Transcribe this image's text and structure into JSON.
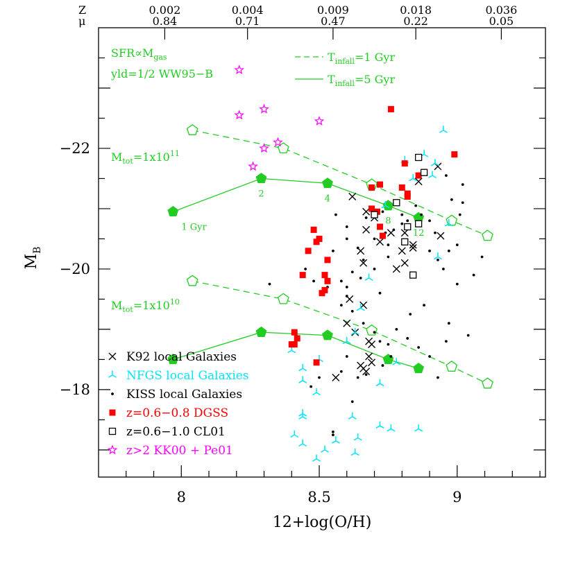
{
  "chart_data": {
    "type": "scatter",
    "xlabel_main": "12+log(O/H)",
    "ylabel_main": "M",
    "ylabel_sub": "B",
    "xlim": [
      7.7,
      9.32
    ],
    "ylim": [
      -16.55,
      -24.0
    ],
    "x_ticks": [
      {
        "value": 8,
        "label": "8"
      },
      {
        "value": 8.5,
        "label": "8.5"
      },
      {
        "value": 9,
        "label": "9"
      }
    ],
    "y_ticks": [
      {
        "value": -22,
        "label": "−22"
      },
      {
        "value": -20,
        "label": "−20"
      },
      {
        "value": -18,
        "label": "−18"
      }
    ],
    "top_axis": {
      "z_label": "Z",
      "mu_label": "μ",
      "columns": [
        {
          "x": 7.94,
          "z": "0.002",
          "mu": "0.84"
        },
        {
          "x": 8.24,
          "z": "0.004",
          "mu": "0.71"
        },
        {
          "x": 8.55,
          "z": "0.009",
          "mu": "0.47"
        },
        {
          "x": 8.85,
          "z": "0.018",
          "mu": "0.22"
        },
        {
          "x": 9.16,
          "z": "0.036",
          "mu": "0.05"
        }
      ]
    },
    "annotations": {
      "sfr_main": "SFR∝M",
      "sfr_sub": "gas",
      "yld": "yld=1/2 WW95−B",
      "mtot11_main": "M",
      "mtot11_sub": "tot",
      "mtot11_rest": "=1x10",
      "mtot11_exp": "11",
      "mtot10_main": "M",
      "mtot10_sub": "tot",
      "mtot10_rest": "=1x10",
      "mtot10_exp": "10",
      "tinfall1_main": "T",
      "tinfall1_sub": "infall",
      "tinfall1_rest": "=1 Gyr",
      "tinfall5_main": "T",
      "tinfall5_sub": "infall",
      "tinfall5_rest": "=5 Gyr"
    },
    "models": [
      {
        "group": "M_tot=1x10^11",
        "style": "dashed",
        "points": [
          [
            8.04,
            -22.3
          ],
          [
            8.37,
            -22.0
          ],
          [
            8.69,
            -21.4
          ],
          [
            8.98,
            -20.8
          ],
          [
            9.11,
            -20.55
          ]
        ]
      },
      {
        "group": "M_tot=1x10^11",
        "style": "solid",
        "points": [
          [
            7.97,
            -20.95
          ],
          [
            8.29,
            -21.5
          ],
          [
            8.53,
            -21.42
          ],
          [
            8.75,
            -21.05
          ],
          [
            8.86,
            -20.85
          ]
        ],
        "labels": [
          "1 Gyr",
          "2",
          "4",
          "8",
          "12"
        ]
      },
      {
        "group": "M_tot=1x10^10",
        "style": "dashed",
        "points": [
          [
            8.04,
            -19.8
          ],
          [
            8.37,
            -19.5
          ],
          [
            8.69,
            -18.98
          ],
          [
            8.98,
            -18.38
          ],
          [
            9.11,
            -18.1
          ]
        ]
      },
      {
        "group": "M_tot=1x10^10",
        "style": "solid",
        "points": [
          [
            7.97,
            -18.5
          ],
          [
            8.29,
            -18.95
          ],
          [
            8.53,
            -18.9
          ],
          [
            8.75,
            -18.5
          ],
          [
            8.86,
            -18.35
          ]
        ]
      }
    ],
    "series": [
      {
        "name": "K92 local Galaxies",
        "marker": "cross",
        "color": "#000000",
        "points": [
          [
            8.62,
            -21.2
          ],
          [
            8.67,
            -20.95
          ],
          [
            8.7,
            -20.85
          ],
          [
            8.67,
            -20.65
          ],
          [
            8.76,
            -20.6
          ],
          [
            8.81,
            -20.6
          ],
          [
            8.72,
            -20.45
          ],
          [
            8.8,
            -20.3
          ],
          [
            8.81,
            -20.1
          ],
          [
            8.78,
            -20.0
          ],
          [
            8.84,
            -20.4
          ],
          [
            8.84,
            -20.35
          ],
          [
            8.65,
            -20.3
          ],
          [
            8.66,
            -20.1
          ],
          [
            8.61,
            -19.5
          ],
          [
            8.66,
            -19.4
          ],
          [
            8.6,
            -19.1
          ],
          [
            8.63,
            -18.95
          ],
          [
            8.68,
            -18.8
          ],
          [
            8.65,
            -18.4
          ],
          [
            8.66,
            -18.35
          ],
          [
            8.67,
            -18.3
          ],
          [
            8.69,
            -18.75
          ],
          [
            8.69,
            -18.45
          ],
          [
            8.68,
            -18.55
          ],
          [
            8.56,
            -18.2
          ],
          [
            8.93,
            -21.7
          ],
          [
            8.94,
            -20.55
          ],
          [
            8.86,
            -21.45
          ]
        ]
      },
      {
        "name": "NFGS local Galaxies",
        "marker": "tripod",
        "color": "#00e5ff",
        "points": [
          [
            8.95,
            -22.3
          ],
          [
            8.88,
            -21.9
          ],
          [
            8.92,
            -21.75
          ],
          [
            8.81,
            -21.8
          ],
          [
            8.91,
            -21.55
          ],
          [
            8.84,
            -21.5
          ],
          [
            8.74,
            -21.05
          ],
          [
            8.97,
            -20.75
          ],
          [
            8.93,
            -20.2
          ],
          [
            8.68,
            -19.85
          ],
          [
            8.65,
            -19.35
          ],
          [
            8.63,
            -18.95
          ],
          [
            8.6,
            -18.8
          ],
          [
            8.78,
            -18.45
          ],
          [
            8.72,
            -18.1
          ],
          [
            8.44,
            -18.15
          ],
          [
            8.49,
            -17.95
          ],
          [
            8.44,
            -17.6
          ],
          [
            8.44,
            -17.55
          ],
          [
            8.62,
            -17.55
          ],
          [
            8.72,
            -17.4
          ],
          [
            8.64,
            -17.2
          ],
          [
            8.76,
            -17.35
          ],
          [
            8.86,
            -17.35
          ],
          [
            8.44,
            -17.1
          ],
          [
            8.56,
            -17.15
          ],
          [
            8.63,
            -16.95
          ],
          [
            8.49,
            -16.85
          ],
          [
            8.52,
            -17.0
          ],
          [
            8.5,
            -18.5
          ],
          [
            8.4,
            -18.65
          ],
          [
            8.44,
            -18.35
          ],
          [
            8.41,
            -17.25
          ]
        ]
      },
      {
        "name": "KISS local Galaxies",
        "marker": "dot",
        "color": "#000000",
        "points": [
          [
            8.32,
            -19.75
          ],
          [
            8.45,
            -20.0
          ],
          [
            8.48,
            -19.8
          ],
          [
            8.53,
            -19.7
          ],
          [
            8.55,
            -20.3
          ],
          [
            8.6,
            -20.5
          ],
          [
            8.56,
            -20.9
          ],
          [
            8.6,
            -20.7
          ],
          [
            8.64,
            -20.35
          ],
          [
            8.7,
            -20.5
          ],
          [
            8.67,
            -20.85
          ],
          [
            8.73,
            -20.95
          ],
          [
            8.74,
            -20.6
          ],
          [
            8.75,
            -20.4
          ],
          [
            8.8,
            -20.75
          ],
          [
            8.82,
            -20.8
          ],
          [
            8.85,
            -21.05
          ],
          [
            8.87,
            -20.9
          ],
          [
            8.9,
            -20.8
          ],
          [
            8.92,
            -20.6
          ],
          [
            8.9,
            -20.3
          ],
          [
            8.93,
            -20.15
          ],
          [
            8.95,
            -20.0
          ],
          [
            8.97,
            -20.3
          ],
          [
            9.0,
            -20.4
          ],
          [
            9.01,
            -20.9
          ],
          [
            9.02,
            -21.1
          ],
          [
            9.06,
            -19.9
          ],
          [
            9.09,
            -20.2
          ],
          [
            9.0,
            -19.75
          ],
          [
            8.98,
            -21.15
          ],
          [
            9.02,
            -21.4
          ],
          [
            8.96,
            -21.55
          ],
          [
            8.65,
            -19.85
          ],
          [
            8.6,
            -19.55
          ],
          [
            8.58,
            -19.4
          ],
          [
            8.62,
            -19.3
          ],
          [
            8.66,
            -19.1
          ],
          [
            8.7,
            -18.95
          ],
          [
            8.72,
            -18.8
          ],
          [
            8.75,
            -18.75
          ],
          [
            8.76,
            -18.55
          ],
          [
            8.73,
            -18.4
          ],
          [
            8.67,
            -18.25
          ],
          [
            8.64,
            -18.2
          ],
          [
            8.78,
            -19.0
          ],
          [
            8.82,
            -18.85
          ],
          [
            8.86,
            -18.7
          ],
          [
            8.9,
            -18.55
          ],
          [
            8.93,
            -18.2
          ],
          [
            8.83,
            -19.25
          ],
          [
            8.88,
            -19.4
          ],
          [
            8.96,
            -18.8
          ],
          [
            8.97,
            -19.1
          ],
          [
            9.04,
            -18.9
          ],
          [
            8.5,
            -18.2
          ],
          [
            8.55,
            -17.3
          ],
          [
            8.55,
            -17.25
          ],
          [
            8.47,
            -18.05
          ],
          [
            8.58,
            -18.3
          ],
          [
            8.6,
            -18.55
          ],
          [
            8.62,
            -17.8
          ],
          [
            8.72,
            -19.6
          ],
          [
            8.75,
            -20.2
          ],
          [
            8.62,
            -19.95
          ],
          [
            8.58,
            -19.8
          ],
          [
            8.6,
            -19.7
          ],
          [
            8.8,
            -20.9
          ],
          [
            8.66,
            -20.15
          ],
          [
            8.7,
            -20.0
          ],
          [
            8.77,
            -20.65
          ],
          [
            8.84,
            -19.9
          ]
        ]
      },
      {
        "name": "z=0.6−0.8 DGSS",
        "marker": "filled-square",
        "color": "#ff0000",
        "points": [
          [
            8.76,
            -22.65
          ],
          [
            8.99,
            -21.9
          ],
          [
            8.81,
            -21.75
          ],
          [
            8.86,
            -21.55
          ],
          [
            8.69,
            -21.35
          ],
          [
            8.72,
            -21.4
          ],
          [
            8.8,
            -21.35
          ],
          [
            8.82,
            -21.2
          ],
          [
            8.82,
            -21.25
          ],
          [
            8.69,
            -21.0
          ],
          [
            8.71,
            -20.95
          ],
          [
            8.72,
            -20.7
          ],
          [
            8.73,
            -20.55
          ],
          [
            8.48,
            -20.65
          ],
          [
            8.46,
            -20.3
          ],
          [
            8.49,
            -20.45
          ],
          [
            8.5,
            -20.5
          ],
          [
            8.53,
            -20.15
          ],
          [
            8.52,
            -19.9
          ],
          [
            8.53,
            -19.8
          ],
          [
            8.44,
            -19.9
          ],
          [
            8.52,
            -19.65
          ],
          [
            8.51,
            -19.6
          ],
          [
            8.41,
            -18.95
          ],
          [
            8.42,
            -18.85
          ],
          [
            8.41,
            -18.75
          ],
          [
            8.4,
            -18.75
          ],
          [
            8.49,
            -18.45
          ]
        ]
      },
      {
        "name": "z=0.6−1.0 CL01",
        "marker": "open-square",
        "color": "#000000",
        "points": [
          [
            8.86,
            -21.85
          ],
          [
            8.88,
            -21.6
          ],
          [
            8.78,
            -21.1
          ],
          [
            8.7,
            -20.9
          ],
          [
            8.82,
            -20.7
          ],
          [
            8.86,
            -20.75
          ],
          [
            8.81,
            -20.45
          ],
          [
            8.84,
            -19.9
          ]
        ]
      },
      {
        "name": "z>2 KK00 + Pe01",
        "marker": "star",
        "color": "#ff00ff",
        "points": [
          [
            8.21,
            -23.3
          ],
          [
            8.21,
            -22.55
          ],
          [
            8.3,
            -22.65
          ],
          [
            8.3,
            -22.0
          ],
          [
            8.35,
            -22.1
          ],
          [
            8.26,
            -21.7
          ],
          [
            8.5,
            -22.45
          ]
        ]
      }
    ]
  }
}
